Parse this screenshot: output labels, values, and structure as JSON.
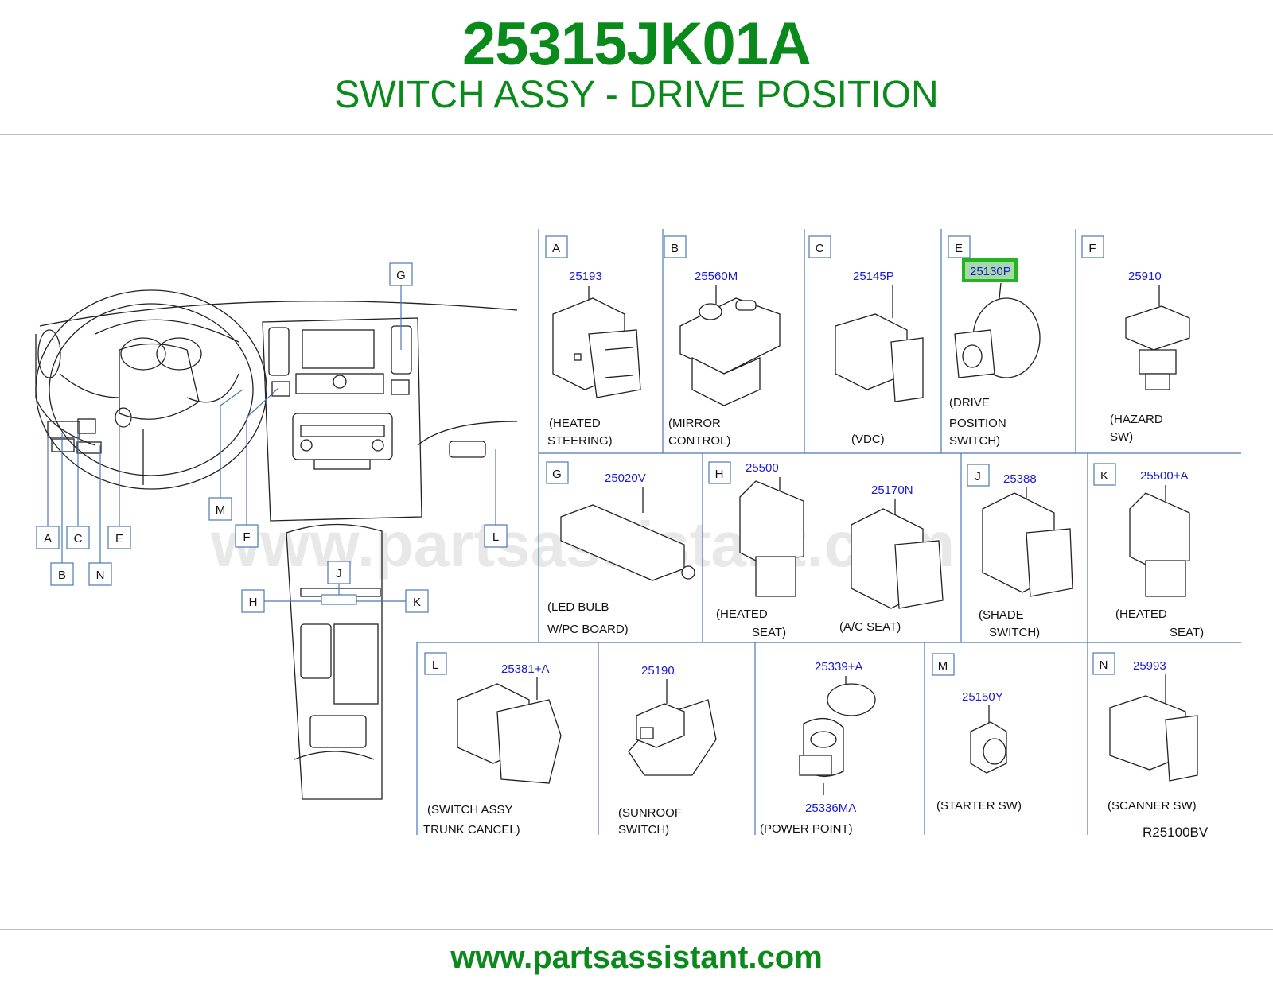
{
  "header": {
    "part_number": "25315JK01A",
    "description": "SWITCH ASSY - DRIVE POSITION",
    "title_color": "#0a8a1a"
  },
  "footer": {
    "url": "www.partsassistant.com"
  },
  "watermark": "www.partsassistant.com",
  "diagram_ref": "R25100BV",
  "highlight": {
    "part": "25130P",
    "color": "#22b522"
  },
  "overview_callouts": [
    "G",
    "M",
    "F",
    "L",
    "A",
    "C",
    "E",
    "B",
    "N",
    "J",
    "H",
    "K"
  ],
  "cells": [
    {
      "id": "A",
      "parts": [
        "25193"
      ],
      "caption": [
        "(HEATED",
        "STEERING)"
      ]
    },
    {
      "id": "B",
      "parts": [
        "25560M"
      ],
      "caption": [
        "(MIRROR",
        "CONTROL)"
      ]
    },
    {
      "id": "C",
      "parts": [
        "25145P"
      ],
      "caption": [
        "(VDC)"
      ]
    },
    {
      "id": "E",
      "parts": [
        "25130P"
      ],
      "caption": [
        "(DRIVE",
        "POSITION",
        "SWITCH)"
      ]
    },
    {
      "id": "F",
      "parts": [
        "25910"
      ],
      "caption": [
        "(HAZARD",
        "SW)"
      ]
    },
    {
      "id": "G",
      "parts": [
        "25020V"
      ],
      "caption": [
        "(LED   BULB",
        "W/PC   BOARD)"
      ]
    },
    {
      "id": "H",
      "parts": [
        "25500",
        "25170N"
      ],
      "caption": [
        "(HEATED",
        "SEAT)",
        "(A/C   SEAT)"
      ]
    },
    {
      "id": "J",
      "parts": [
        "25388"
      ],
      "caption": [
        "(SHADE",
        "SWITCH)"
      ]
    },
    {
      "id": "K",
      "parts": [
        "25500+A"
      ],
      "caption": [
        "(HEATED",
        "SEAT)"
      ]
    },
    {
      "id": "L",
      "parts": [
        "25381+A"
      ],
      "caption": [
        "(SWITCH   ASSY",
        "TRUNK   CANCEL)"
      ]
    },
    {
      "id": "M0",
      "parts": [
        "25190"
      ],
      "caption": [
        "(SUNROOF",
        "SWITCH)"
      ]
    },
    {
      "id": "P",
      "parts": [
        "25339+A",
        "25336MA"
      ],
      "caption": [
        "(POWER   POINT)"
      ]
    },
    {
      "id": "M",
      "parts": [
        "25150Y"
      ],
      "caption": [
        "(STARTER   SW)"
      ]
    },
    {
      "id": "N",
      "parts": [
        "25993"
      ],
      "caption": [
        "(SCANNER   SW)"
      ]
    }
  ]
}
